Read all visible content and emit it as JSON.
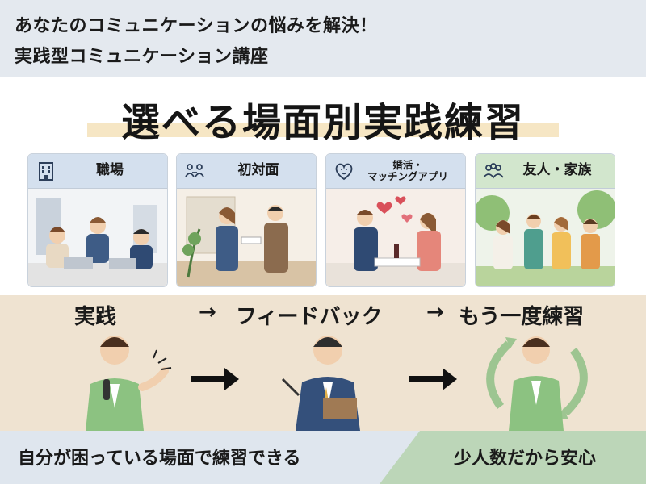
{
  "header": {
    "line1": "あなたのコミュニケーションの悩みを解決！",
    "line2": "実践型コミュニケーション講座"
  },
  "headline": "選べる場面別実践練習",
  "scenes": [
    {
      "label": "職場",
      "icon": "office-building-icon"
    },
    {
      "label": "初対面",
      "icon": "people-meeting-icon"
    },
    {
      "label": "婚活・\nマッチングアプリ",
      "icon": "heart-face-icon"
    },
    {
      "label": "友人・家族",
      "icon": "group-people-icon"
    }
  ],
  "flow": {
    "step1": "実践",
    "arrow": "→",
    "step2": "フィードバック",
    "step3": "もう一度練習"
  },
  "footer": {
    "left": "自分が困っている場面で練習できる",
    "right": "少人数だから安心"
  },
  "colors": {
    "top_band": "#e4e9ef",
    "card_head_blue": "#d4e0ee",
    "card_head_green": "#d2e6cd",
    "mid_band": "#efe3d1",
    "footer_blue": "#dfe6ee",
    "footer_green": "#bcd6b8",
    "headline_marker": "#f6e6c4"
  }
}
